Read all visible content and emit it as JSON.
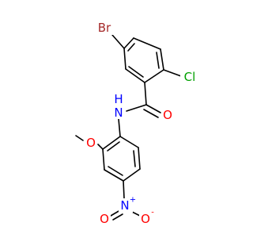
{
  "molecule": {
    "atoms": {
      "br": {
        "symbol": "Br",
        "color": "#a52a2a"
      },
      "cl": {
        "symbol": "Cl",
        "color": "#00a000"
      },
      "o_carbonyl": {
        "symbol": "O",
        "color": "#ff0000"
      },
      "n_amide": {
        "symbol": "N",
        "color": "#0000ff"
      },
      "h_amide": {
        "symbol": "H",
        "color": "#0000ff"
      },
      "o_methoxy": {
        "symbol": "O",
        "color": "#ff0000"
      },
      "n_nitro": {
        "symbol": "N",
        "color": "#0000ff"
      },
      "o_nitro_double": {
        "symbol": "O",
        "color": "#ff0000"
      },
      "o_nitro_single": {
        "symbol": "O",
        "color": "#ff0000"
      }
    },
    "charges": {
      "n_nitro_plus": "+",
      "o_nitro_minus": "-"
    }
  }
}
